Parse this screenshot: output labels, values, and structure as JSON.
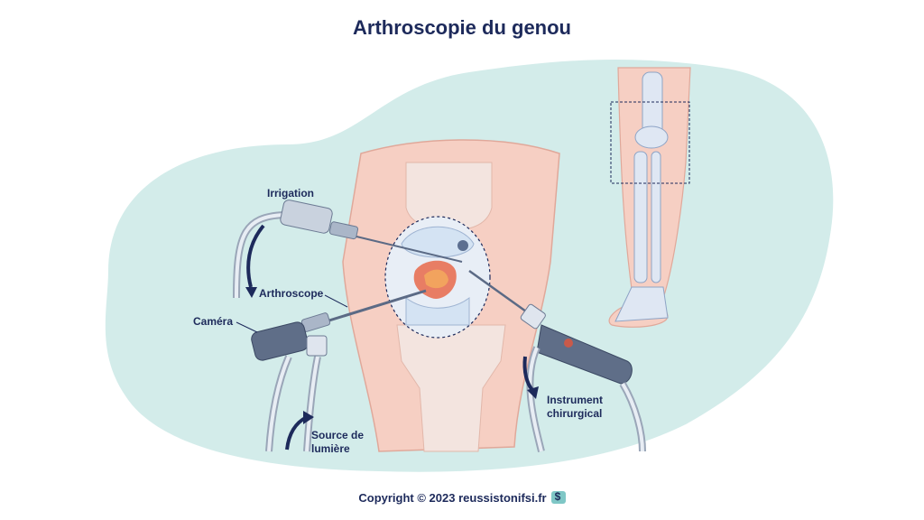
{
  "title": "Arthroscopie du genou",
  "labels": {
    "irrigation": "Irrigation",
    "arthroscope": "Arthroscope",
    "camera": "Caméra",
    "light_source_line1": "Source de",
    "light_source_line2": "lumière",
    "instrument_line1": "Instrument",
    "instrument_line2": "chirurgical"
  },
  "footer": {
    "copyright": "Copyright © 2023 reussistonifsi.fr"
  },
  "colors": {
    "background_blob": "#d3ecea",
    "skin": "#f6cfc3",
    "bone": "#dfe7f3",
    "navy": "#1d2a5b",
    "device": "#56657f"
  }
}
